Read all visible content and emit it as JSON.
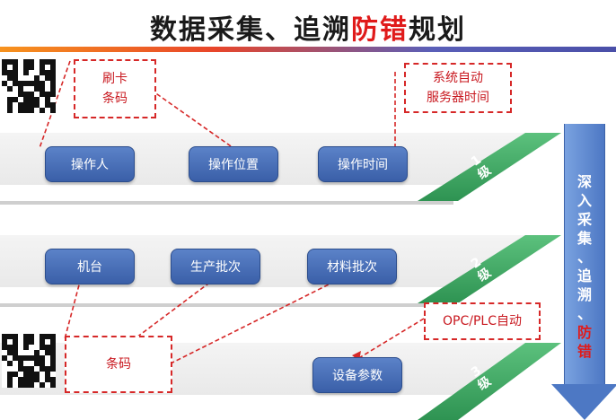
{
  "title": {
    "part1": "数据采集、追溯",
    "highlight": "防错",
    "part2": "规划"
  },
  "colors": {
    "accent_red": "#e01b1b",
    "node_blue": "#3a5fa8",
    "level_green": "#2e9352",
    "arrow_blue": "#4d78c4"
  },
  "levels": [
    {
      "number": "1",
      "label": "级",
      "nodes": [
        "操作人",
        "操作位置",
        "操作时间"
      ]
    },
    {
      "number": "2",
      "label": "级",
      "nodes": [
        "机台",
        "生产批次",
        "材料批次"
      ]
    },
    {
      "number": "3",
      "label": "级",
      "nodes": [
        "设备参数"
      ]
    }
  ],
  "callouts": {
    "card": [
      "刷卡",
      "条码"
    ],
    "server_time": [
      "系统自动",
      "服务器时间"
    ],
    "barcode": "条码",
    "opc_plc": "OPC/PLC自动"
  },
  "arrow": {
    "text_part": "深入采集、追溯、",
    "highlight": "防错"
  },
  "icons": [
    "qr-code-icon",
    "qr-code-icon"
  ]
}
